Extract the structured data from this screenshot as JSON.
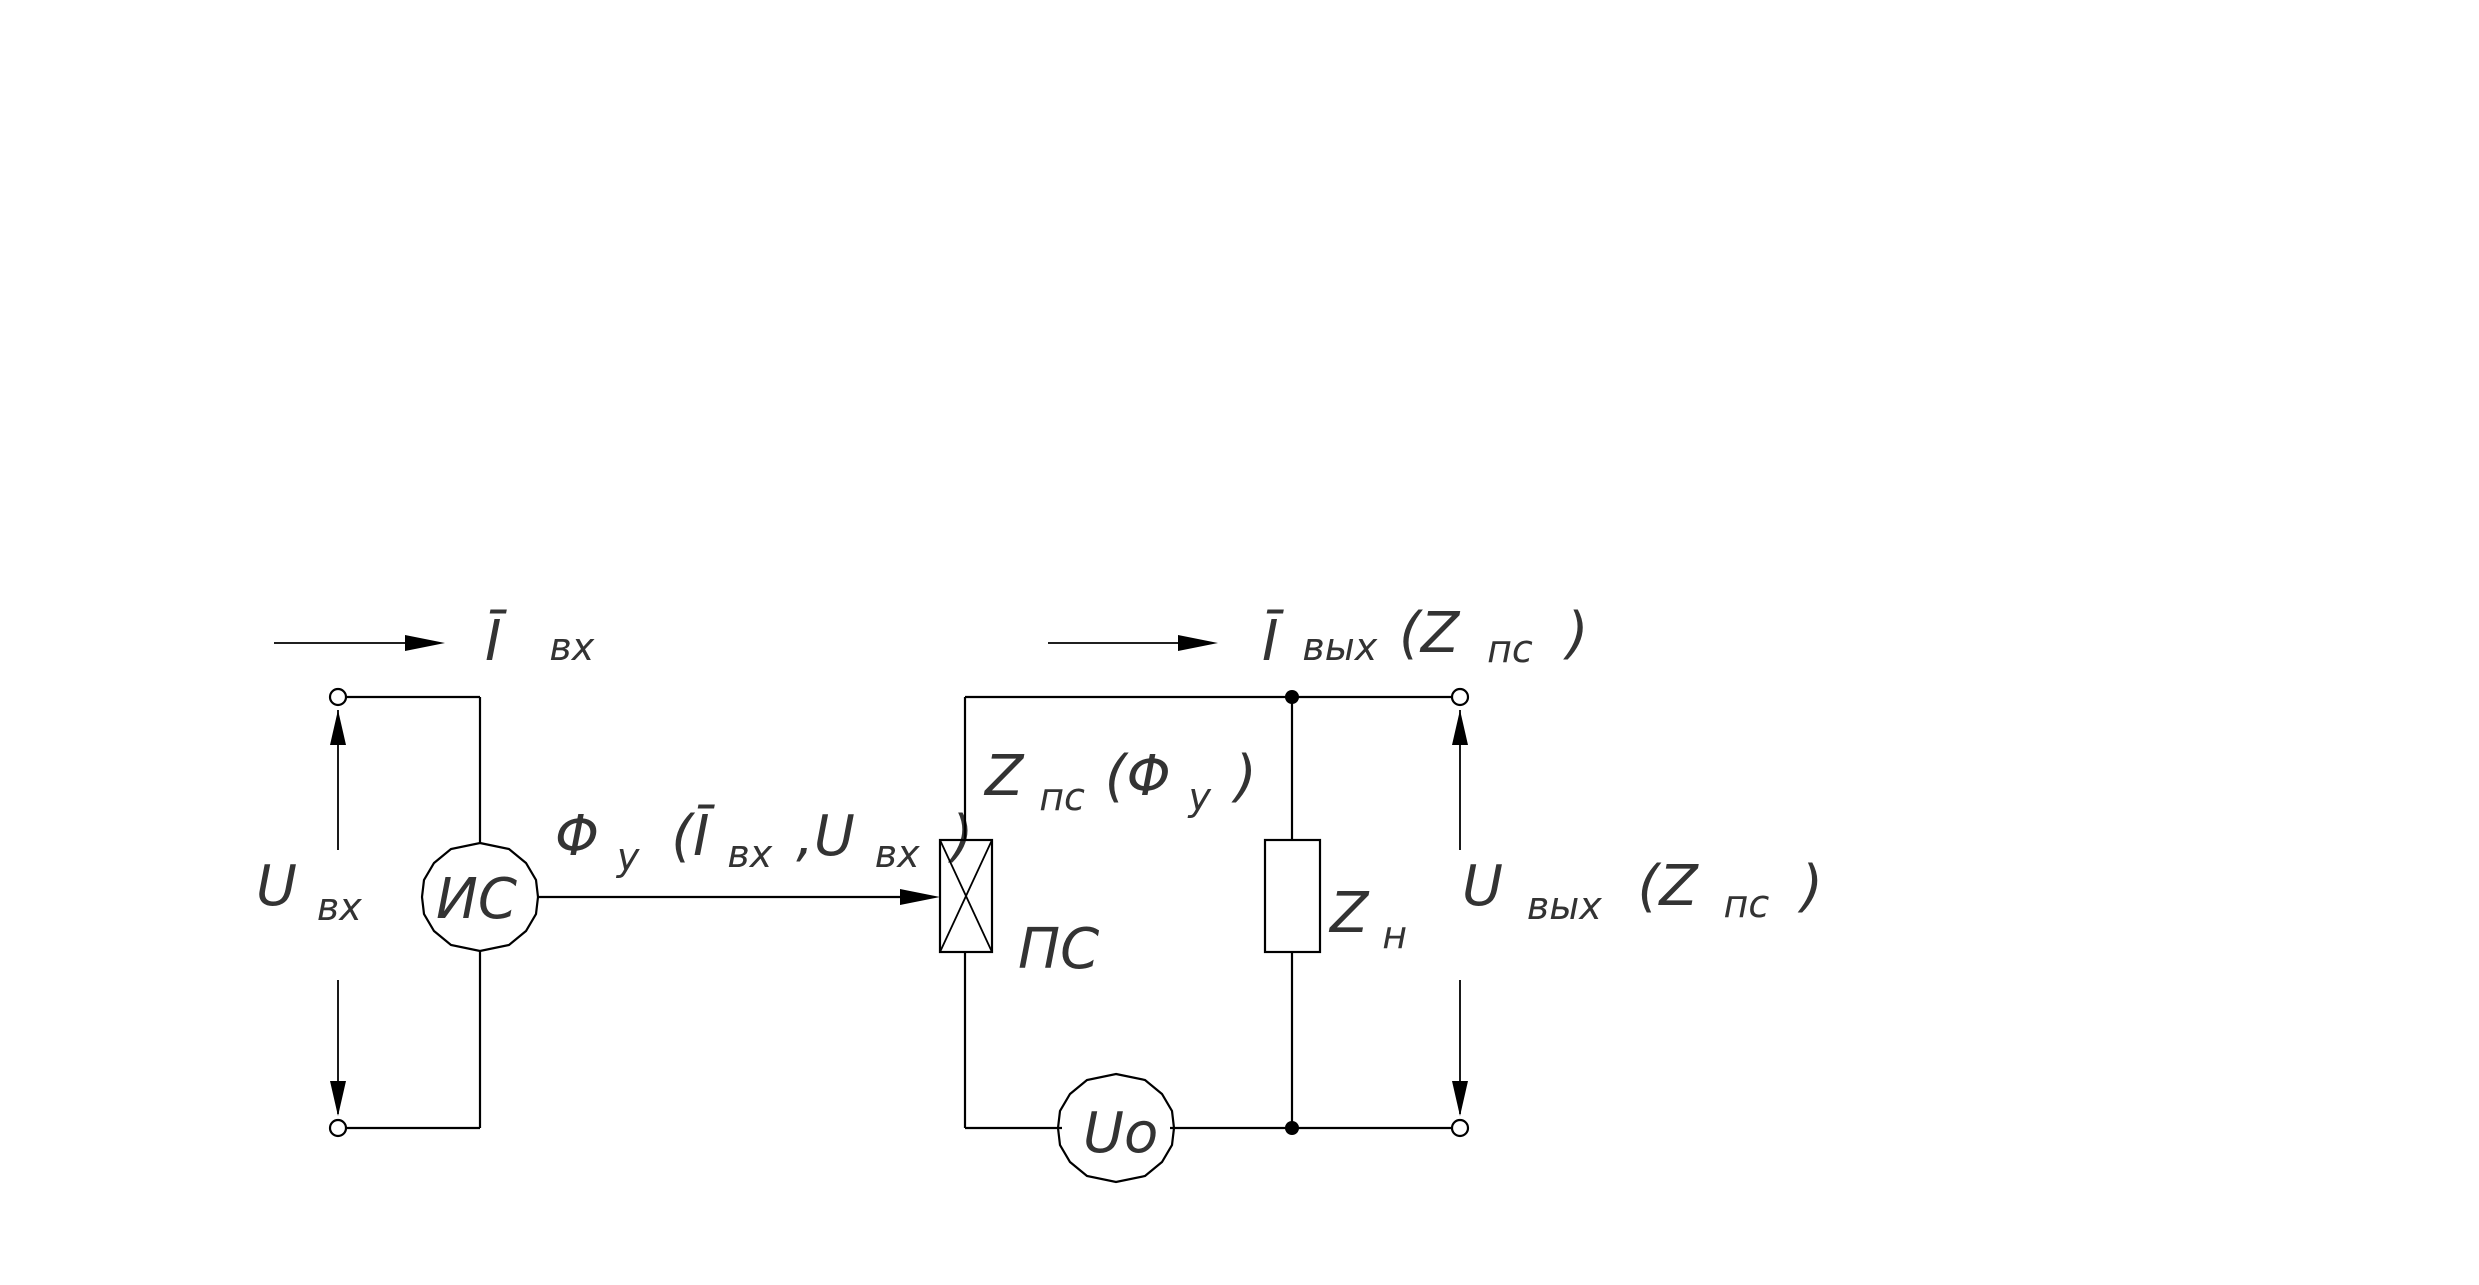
{
  "labels": {
    "i_in_main": "Ī",
    "i_in_sub": "вх",
    "i_out_main": "Ī",
    "i_out_sub": "вых",
    "i_out_arg": "(Z",
    "i_out_arg_sub": "пс",
    "i_out_arg_close": ")",
    "u_in_main": "U",
    "u_in_sub": "вх",
    "source_is": "ИС",
    "phi_main": "Φ",
    "phi_sub": "у",
    "phi_args_open": "(Ī",
    "phi_args_i_sub": "вх",
    "phi_args_comma": ",U",
    "phi_args_u_sub": "вх",
    "phi_args_close": ")",
    "z_ps_main": "Z",
    "z_ps_sub": "пс",
    "z_ps_arg_open": "(Φ",
    "z_ps_arg_sub": "у",
    "z_ps_arg_close": ")",
    "ps_label": "ПС",
    "z_load_main": "Z",
    "z_load_sub": "н",
    "u_out_main": "U",
    "u_out_sub": "вых",
    "u_out_arg_open": "(Z",
    "u_out_arg_sub": "пс",
    "u_out_arg_close": ")",
    "source_u0": "Uo"
  }
}
